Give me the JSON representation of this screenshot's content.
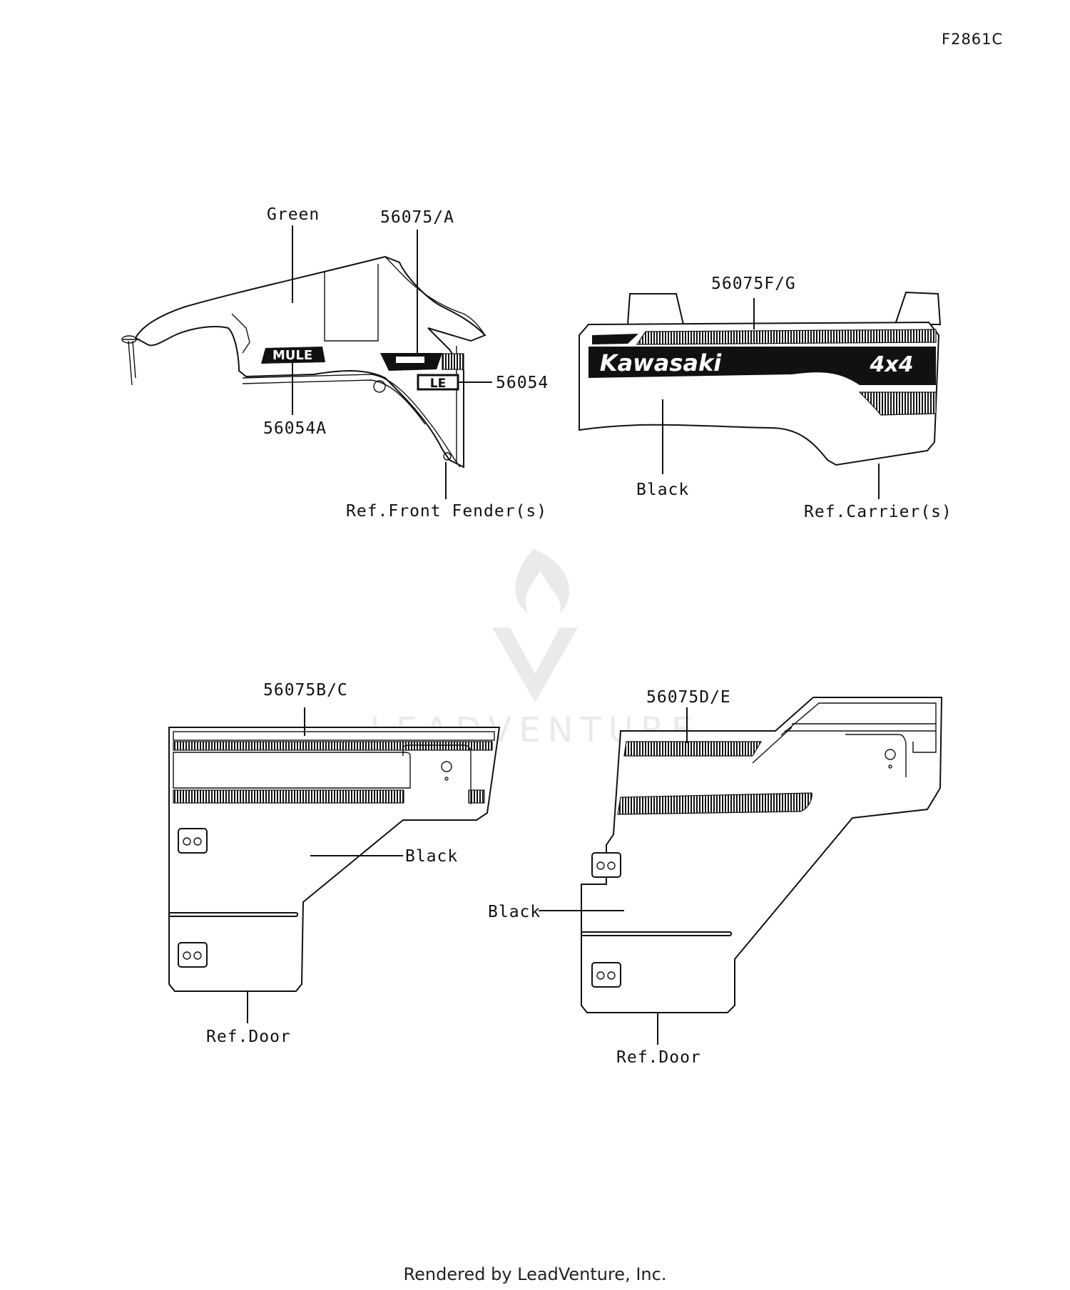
{
  "diagram_code": "F2861C",
  "footer": "Rendered by LeadVenture, Inc.",
  "watermark": "LEADVENTURE",
  "labels": {
    "green": "Green",
    "p56075a": "56075/A",
    "p56054": "56054",
    "p56054a": "56054A",
    "ref_front_fender": "Ref.Front Fender(s)",
    "p56075fg": "56075F/G",
    "black_carrier": "Black",
    "ref_carrier": "Ref.Carrier(s)",
    "p56075bc": "56075B/C",
    "black_left_door": "Black",
    "ref_door_left": "Ref.Door",
    "p56075de": "56075D/E",
    "black_right_door": "Black",
    "ref_door_right": "Ref.Door"
  },
  "decal_text": {
    "kawasaki": "Kawasaki",
    "four_by_four": "4x4",
    "mule": "MULE",
    "le": "LE"
  }
}
